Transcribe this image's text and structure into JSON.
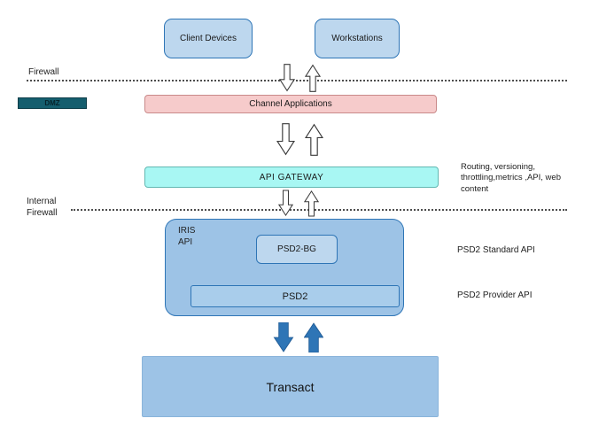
{
  "nodes": {
    "client_devices": "Client Devices",
    "workstations": "Workstations",
    "dmz": "DMZ",
    "channel_applications": "Channel Applications",
    "api_gateway": "API  GATEWAY",
    "iris_api": "IRIS\nAPI",
    "psd2_bg": "PSD2-BG",
    "psd2": "PSD2",
    "transact": "Transact"
  },
  "labels": {
    "firewall": "Firewall",
    "internal_firewall": "Internal\nFirewall",
    "gateway_note": "Routing, versioning, throttling,metrics ,API, web content",
    "psd2_standard": "PSD2 Standard API",
    "psd2_provider": "PSD2  Provider API"
  },
  "colors": {
    "light_blue_node": "#bdd7ee",
    "blue_border": "#2e75b6",
    "channel_pink": "#f6cbcb",
    "gateway_cyan": "#a8f7f3",
    "dmz_teal": "#155e6e",
    "iris_blue": "#9dc3e6",
    "transact_blue": "#9dc3e6",
    "filled_arrow_blue": "#2e75b6"
  }
}
